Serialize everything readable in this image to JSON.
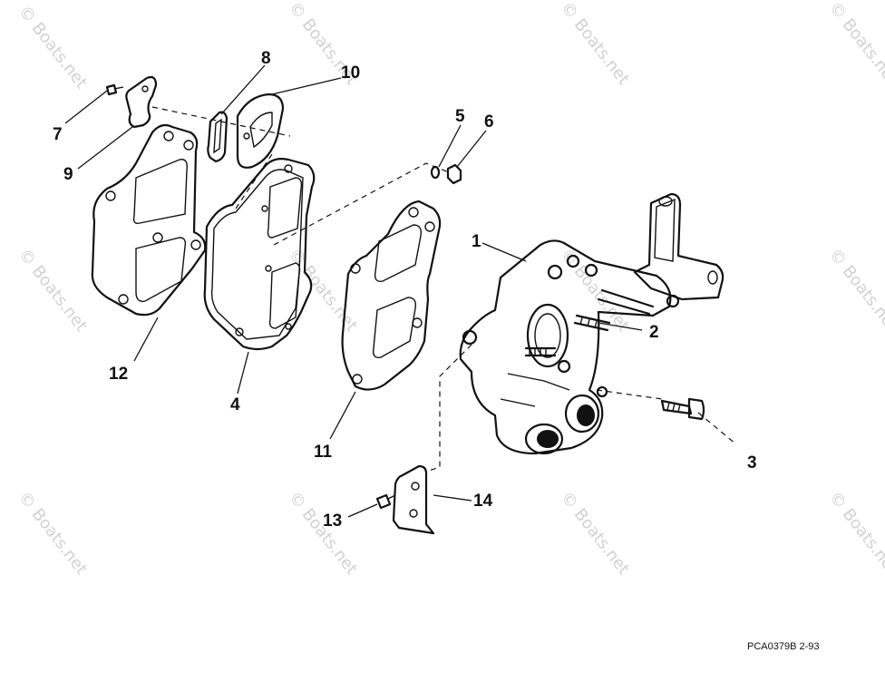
{
  "callouts": [
    "1",
    "2",
    "3",
    "4",
    "5",
    "6",
    "7",
    "8",
    "9",
    "10",
    "11",
    "12",
    "13",
    "14"
  ],
  "reference_code": "PCA0379B  2-93",
  "watermark": "© Boats.net"
}
